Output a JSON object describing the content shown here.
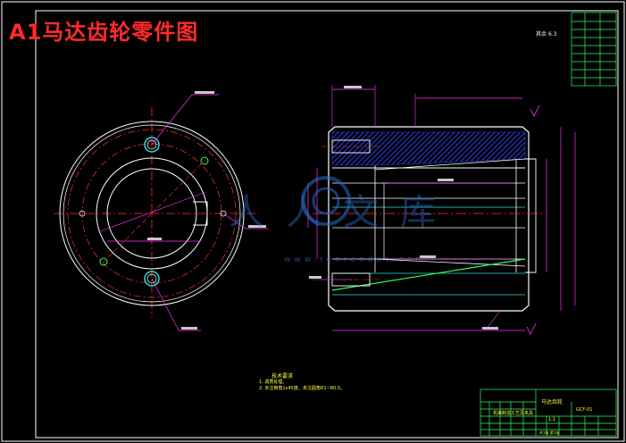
{
  "header": {
    "title": "A1马达齿轮零件图"
  },
  "roughness_note": "其余",
  "roughness_value": "6.3",
  "notes": {
    "heading": "技术要求",
    "items": [
      "1. 调质处理。",
      "2. 未注倒角1x45度，未注圆角R1~R0.5。"
    ]
  },
  "title_block": {
    "part_name": "马达齿轮",
    "school": "机械制造工艺及夹具",
    "drawing_no": "GCF-01",
    "scale": "1:1",
    "sheet": "共1张 第1张"
  },
  "watermark": {
    "text": "人人文库",
    "url": "www.renrendoc.com"
  },
  "colors": {
    "background": "#000000",
    "outline": "#ffffff",
    "title": "#ff2a2a",
    "centerline": "#ff3030",
    "dimension": "#ff30ff",
    "hatch": "#2a3cd8",
    "bore": "#30e0e0",
    "thread": "#30ff60",
    "table": "#30ff60",
    "label": "#ffff40"
  }
}
